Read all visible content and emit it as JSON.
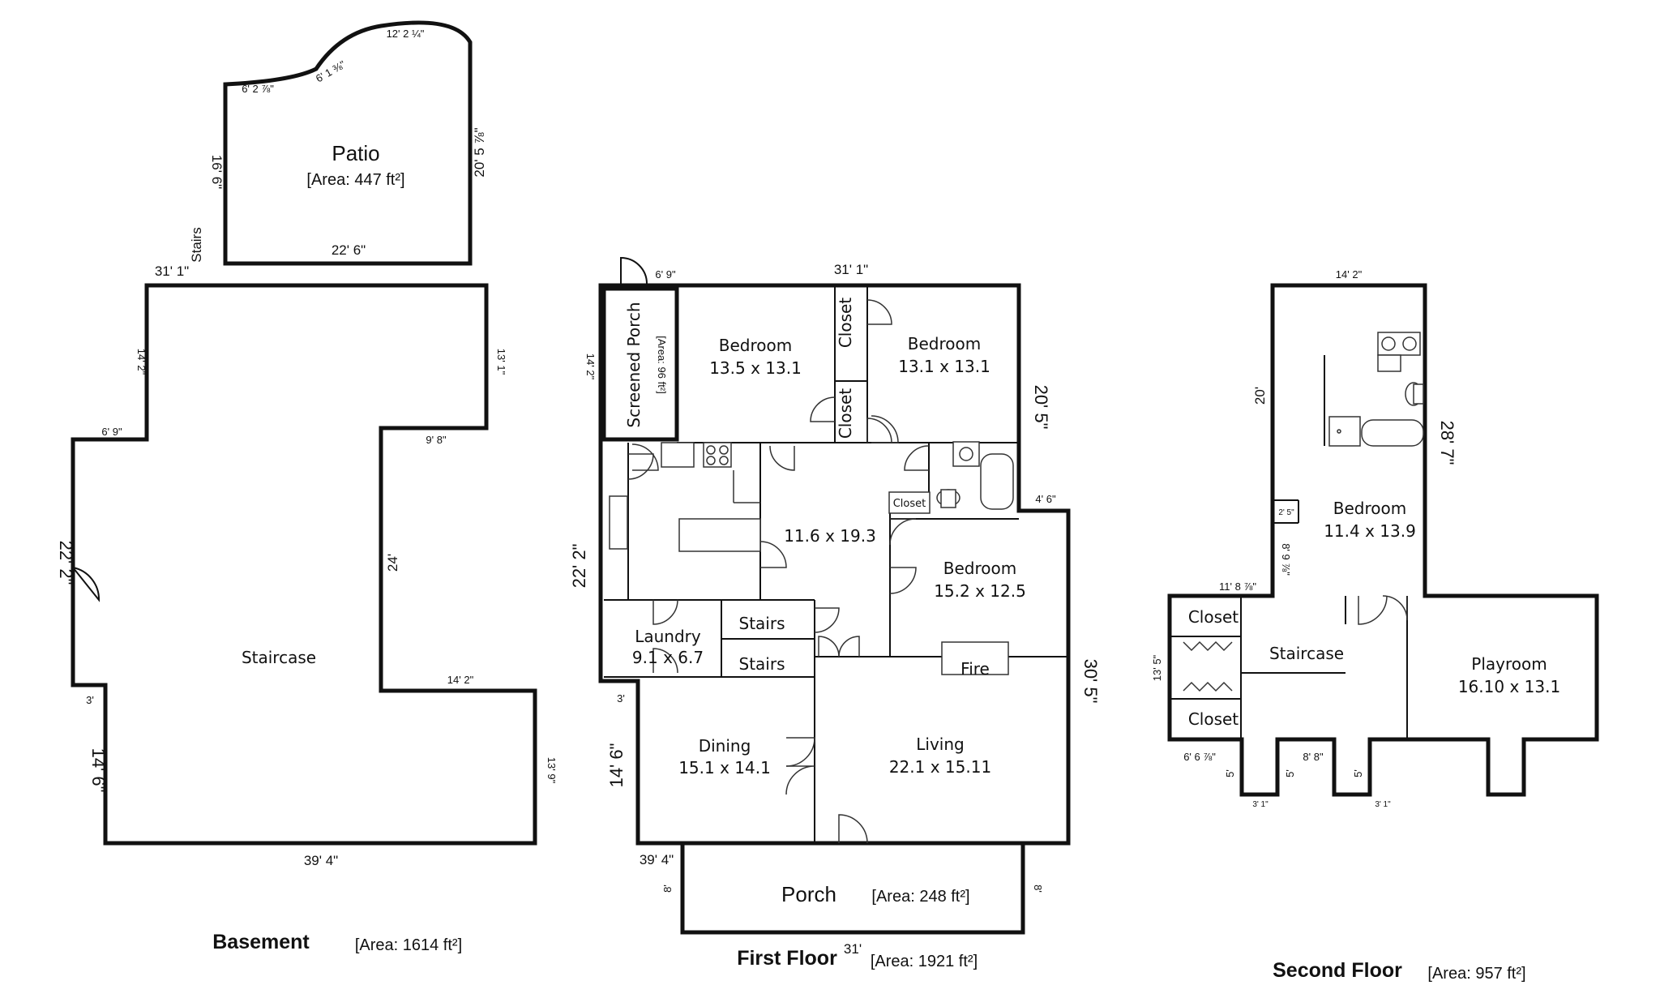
{
  "basement": {
    "floor_label": "Basement",
    "area": "[Area: 1614 ft²]",
    "patio": {
      "name": "Patio",
      "area": "[Area: 447 ft²]"
    },
    "stairs_label": "Stairs",
    "staircase": "Staircase",
    "dims": {
      "patio_top": "12' 2 ¼\"",
      "patio_curve": "6' 1 ⅜\"",
      "patio_left_top": "6' 2 ⅞\"",
      "patio_left": "16' 6\"",
      "patio_right": "20' 5 ⅞\"",
      "patio_bottom": "22' 6\"",
      "top": "31' 1\"",
      "left_upper": "14' 2\"",
      "right_upper": "13' 1\"",
      "step_left": "6' 9\"",
      "step_right": "9' 8\"",
      "left_mid": "22' 2\"",
      "inner_right": "24'",
      "lower_right_top": "14' 2\"",
      "step_small": "3'",
      "left_lower": "14' 6\"",
      "right_lower": "13' 9\"",
      "bottom": "39' 4\""
    }
  },
  "first_floor": {
    "floor_label": "First Floor",
    "area": "[Area: 1921 ft²]",
    "rooms": {
      "screened_porch": "Screened Porch",
      "screened_porch_area": "[Area: 96 ft²]",
      "bedroom1": "Bedroom",
      "bedroom1_size": "13.5 x 13.1",
      "bedroom2": "Bedroom",
      "bedroom2_size": "13.1 x 13.1",
      "closet": "Closet",
      "kitchen_size": "11.6 x 19.3",
      "bedroom3": "Bedroom",
      "bedroom3_size": "15.2 x 12.5",
      "laundry": "Laundry",
      "laundry_size": "9.1 x 6.7",
      "stairs": "Stairs",
      "fire": "Fire",
      "dining": "Dining",
      "dining_size": "15.1 x 14.1",
      "living": "Living",
      "living_size": "22.1 x 15.11",
      "porch": "Porch",
      "porch_area": "[Area: 248 ft²]"
    },
    "dims": {
      "porch_door": "6' 9\"",
      "top": "31' 1\"",
      "left_upper": "14' 2\"",
      "right_upper": "20' 5\"",
      "step_right": "4' 6\"",
      "left_mid": "22' 2\"",
      "right_lower": "30' 5\"",
      "step_left": "3'",
      "left_lower": "14' 6\"",
      "bottom": "39' 4\"",
      "porch_side": "8'",
      "porch_bottom": "31'"
    }
  },
  "second_floor": {
    "floor_label": "Second Floor",
    "area": "[Area: 957 ft²]",
    "rooms": {
      "bedroom": "Bedroom",
      "bedroom_size": "11.4 x 13.9",
      "closet": "Closet",
      "staircase": "Staircase",
      "playroom": "Playroom",
      "playroom_size": "16.10 x 13.1"
    },
    "dims": {
      "top": "14' 2\"",
      "left_upper": "20'",
      "right_upper": "28' 7\"",
      "notch": "2' 5\"",
      "left_step": "8' 9 ⅞\"",
      "wing_top": "11' 8 ⅞\"",
      "wing_left": "13' 5\"",
      "bottom_left": "6' 6 ⅞\"",
      "bump_height": "5'",
      "bump_width": "3' 1\"",
      "bottom_mid": "8' 8\""
    }
  }
}
